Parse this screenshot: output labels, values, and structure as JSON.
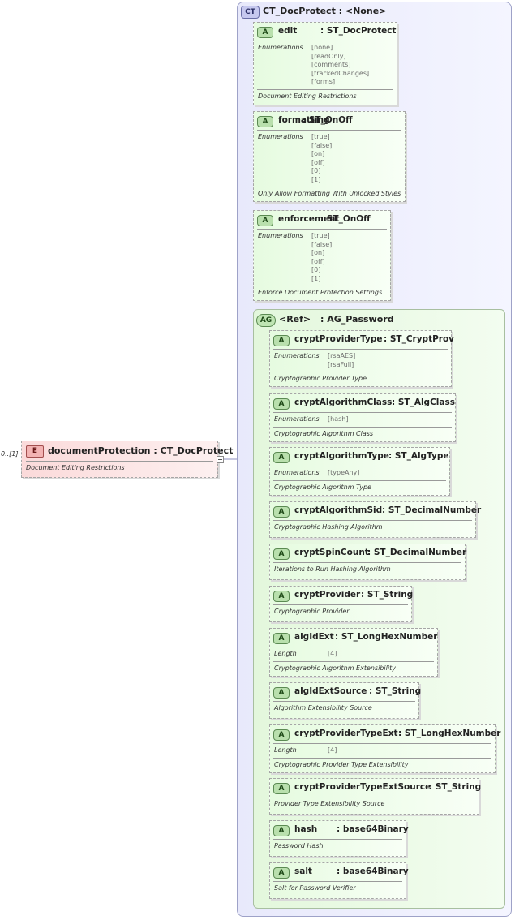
{
  "element": {
    "multiplicity": "0..[1]",
    "badge": "E",
    "name": "documentProtection",
    "type": "CT_DocProtect",
    "description": "Document Editing Restrictions"
  },
  "complex_type": {
    "badge": "CT",
    "title": "CT_DocProtect : <None>"
  },
  "attributes": [
    {
      "name": "edit",
      "type": ": ST_DocProtect",
      "facet": "Enumerations",
      "values": [
        "[none]",
        "[readOnly]",
        "[comments]",
        "[trackedChanges]",
        "[forms]"
      ],
      "description": "Document Editing Restrictions"
    },
    {
      "name": "formatting",
      "type": ": ST_OnOff",
      "facet": "Enumerations",
      "values": [
        "[true]",
        "[false]",
        "[on]",
        "[off]",
        "[0]",
        "[1]"
      ],
      "description": "Only Allow Formatting With Unlocked Styles"
    },
    {
      "name": "enforcement",
      "type": ": ST_OnOff",
      "facet": "Enumerations",
      "values": [
        "[true]",
        "[false]",
        "[on]",
        "[off]",
        "[0]",
        "[1]"
      ],
      "description": "Enforce Document Protection Settings"
    }
  ],
  "attribute_group": {
    "badge": "AG",
    "ref": "<Ref>",
    "type": ": AG_Password",
    "attributes": [
      {
        "name": "cryptProviderType",
        "type": ": ST_CryptProv",
        "facet": "Enumerations",
        "values": [
          "[rsaAES]",
          "[rsaFull]"
        ],
        "description": "Cryptographic Provider Type"
      },
      {
        "name": "cryptAlgorithmClass",
        "type": ": ST_AlgClass",
        "facet": "Enumerations",
        "values": [
          "[hash]"
        ],
        "description": "Cryptographic Algorithm Class"
      },
      {
        "name": "cryptAlgorithmType",
        "type": ": ST_AlgType",
        "facet": "Enumerations",
        "values": [
          "[typeAny]"
        ],
        "description": "Cryptographic Algorithm Type"
      },
      {
        "name": "cryptAlgorithmSid",
        "type": ": ST_DecimalNumber",
        "facet": "",
        "values": [],
        "description": "Cryptographic Hashing Algorithm"
      },
      {
        "name": "cryptSpinCount",
        "type": ": ST_DecimalNumber",
        "facet": "",
        "values": [],
        "description": "Iterations to Run Hashing Algorithm"
      },
      {
        "name": "cryptProvider",
        "type": ": ST_String",
        "facet": "",
        "values": [],
        "description": "Cryptographic Provider"
      },
      {
        "name": "algIdExt",
        "type": ": ST_LongHexNumber",
        "facet": "Length",
        "values": [
          "[4]"
        ],
        "description": "Cryptographic Algorithm Extensibility"
      },
      {
        "name": "algIdExtSource",
        "type": ": ST_String",
        "facet": "",
        "values": [],
        "description": "Algorithm Extensibility Source"
      },
      {
        "name": "cryptProviderTypeExt",
        "type": ": ST_LongHexNumber",
        "facet": "Length",
        "values": [
          "[4]"
        ],
        "description": "Cryptographic Provider Type Extensibility"
      },
      {
        "name": "cryptProviderTypeExtSource",
        "type": ": ST_String",
        "facet": "",
        "values": [],
        "description": "Provider Type Extensibility Source"
      },
      {
        "name": "hash",
        "type": ": base64Binary",
        "facet": "",
        "values": [],
        "description": "Password Hash"
      },
      {
        "name": "salt",
        "type": ": base64Binary",
        "facet": "",
        "values": [],
        "description": "Salt for Password Verifier"
      }
    ]
  },
  "attribute_badge": "A",
  "colors": {
    "complex_type_fill": "#e8e9fb",
    "attribute_fill": "#e6fbe0",
    "element_fill": "#fbdada",
    "connector": "#8d8fc0"
  }
}
